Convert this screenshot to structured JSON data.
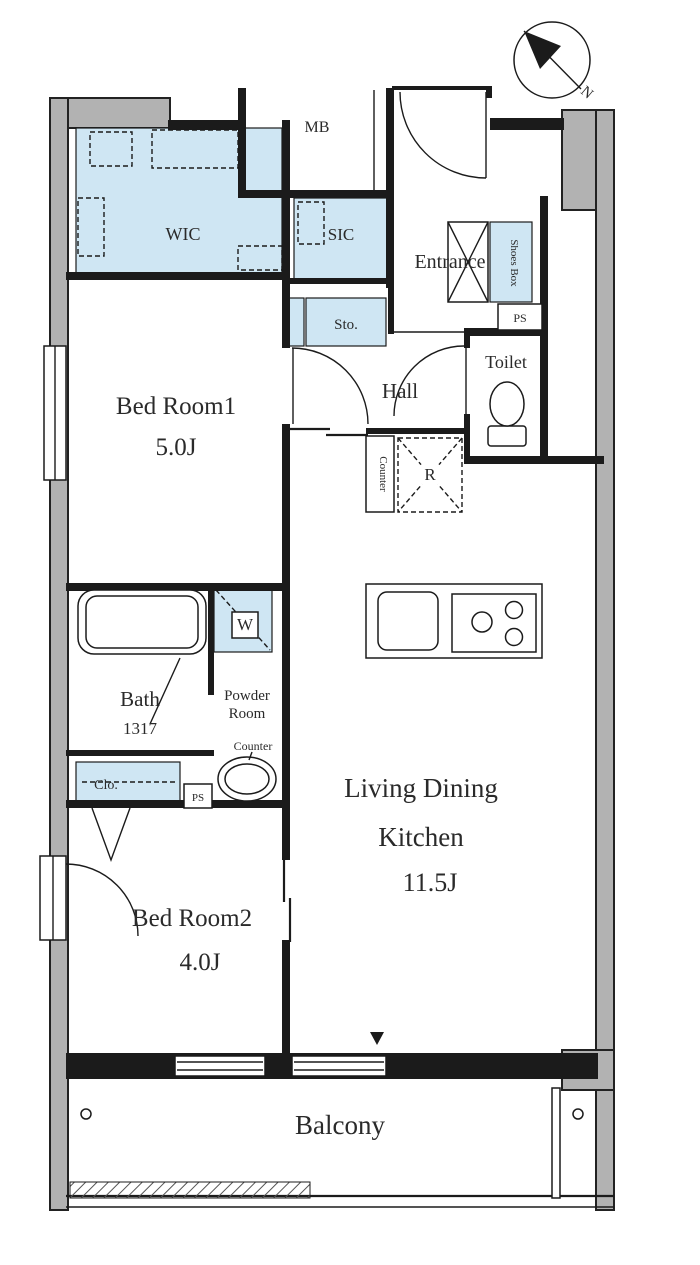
{
  "colors": {
    "storage_fill": "#cfe6f3",
    "wall_gray": "#b2b2b2",
    "ink": "#1b1b1b"
  },
  "compass": {
    "north_label": "N"
  },
  "rooms": {
    "mb": "MB",
    "wic": "WIC",
    "sic": "SIC",
    "entrance": "Entrance",
    "shoes_box": "Shoes Box",
    "ps_upper": "PS",
    "storage": "Sto.",
    "hall": "Hall",
    "toilet": "Toilet",
    "bedroom1_name": "Bed Room1",
    "bedroom1_size": "5.0J",
    "counter_hall": "Counter",
    "refrigerator": "R",
    "bath_name": "Bath",
    "bath_size": "1317",
    "washer": "W",
    "powder_line1": "Powder",
    "powder_line2": "Room",
    "counter_powder": "Counter",
    "closet": "Clo.",
    "ps_lower": "PS",
    "ldk_line1": "Living Dining",
    "ldk_line2": "Kitchen",
    "ldk_size": "11.5J",
    "bedroom2_name": "Bed Room2",
    "bedroom2_size": "4.0J",
    "balcony": "Balcony"
  }
}
